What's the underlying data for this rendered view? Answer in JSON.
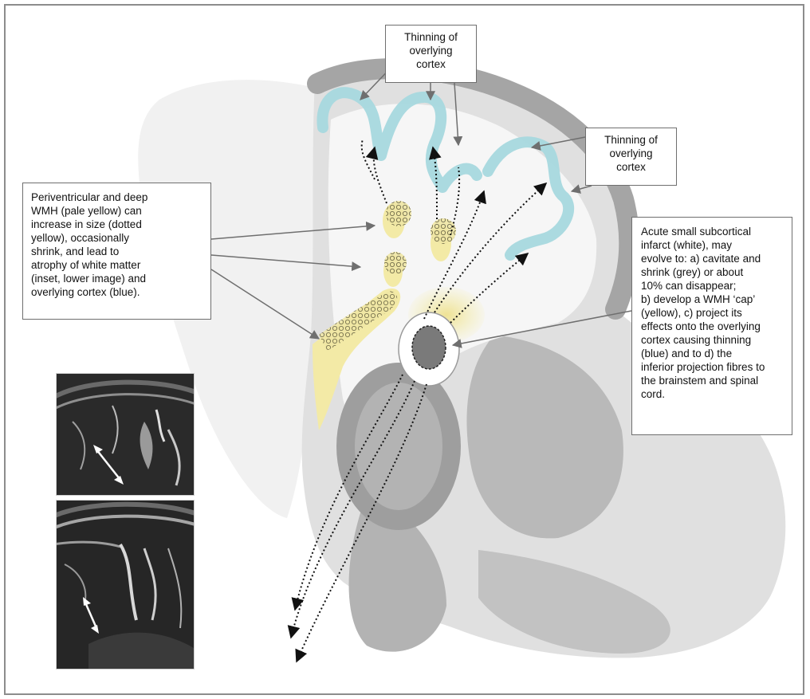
{
  "colors": {
    "wmh_yellow": "#f3eaa6",
    "cortex_blue": "#a9d7dc",
    "infarct_grey": "#7a7a7a",
    "border": "#8c8c8c"
  },
  "labels": {
    "cortex_top": [
      "Thinning of",
      "overlying",
      "cortex"
    ],
    "cortex_right": [
      "Thinning of",
      "overlying",
      "cortex"
    ],
    "wmh": [
      "Periventricular and deep",
      "WMH (pale yellow) can",
      "increase in size (dotted",
      "yellow), occasionally",
      "shrink, and lead to",
      "atrophy of white matter",
      "(inset, lower image) and",
      "overlying cortex (blue)."
    ],
    "infarct": [
      "Acute small subcortical",
      "infarct (white), may",
      "evolve to: a) cavitate and",
      "shrink (grey) or about",
      "10% can disappear;",
      "b) develop a WMH ‘cap’",
      "(yellow), c) project its",
      "effects onto the overlying",
      "cortex causing thinning",
      "(blue) and to d) the",
      "inferior projection fibres to",
      "the brainstem and spinal",
      "cord."
    ]
  },
  "insets": [
    {
      "name": "mri-atrophy-before",
      "arrow_icon": "double-arrow-icon"
    },
    {
      "name": "mri-atrophy-after",
      "arrow_icon": "double-arrow-icon"
    }
  ]
}
